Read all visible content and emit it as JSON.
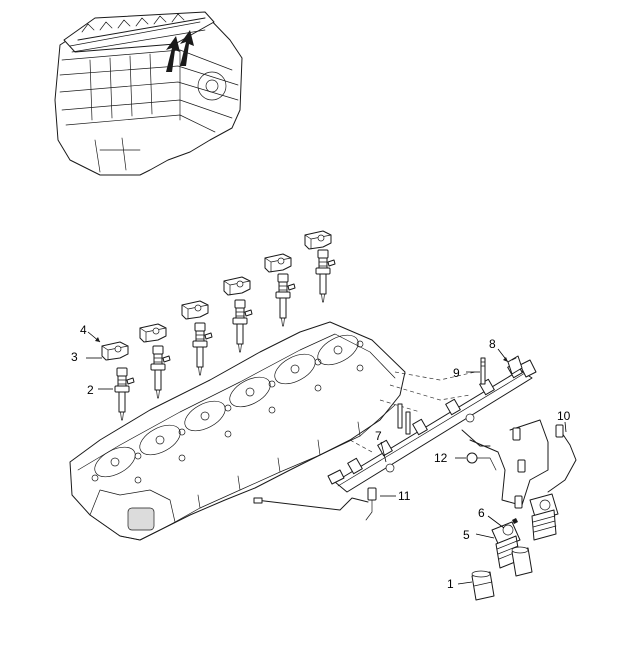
{
  "callouts": [
    {
      "id": "c1",
      "text": "1"
    },
    {
      "id": "c2",
      "text": "2"
    },
    {
      "id": "c3",
      "text": "3"
    },
    {
      "id": "c4",
      "text": "4"
    },
    {
      "id": "c5",
      "text": "5"
    },
    {
      "id": "c6",
      "text": "6"
    },
    {
      "id": "c7",
      "text": "7"
    },
    {
      "id": "c8",
      "text": "8"
    },
    {
      "id": "c9",
      "text": "9"
    },
    {
      "id": "c10",
      "text": "10"
    },
    {
      "id": "c11",
      "text": "11"
    },
    {
      "id": "c12",
      "text": "12"
    }
  ],
  "colors": {
    "line": "#1a1a1a",
    "background": "#ffffff"
  }
}
